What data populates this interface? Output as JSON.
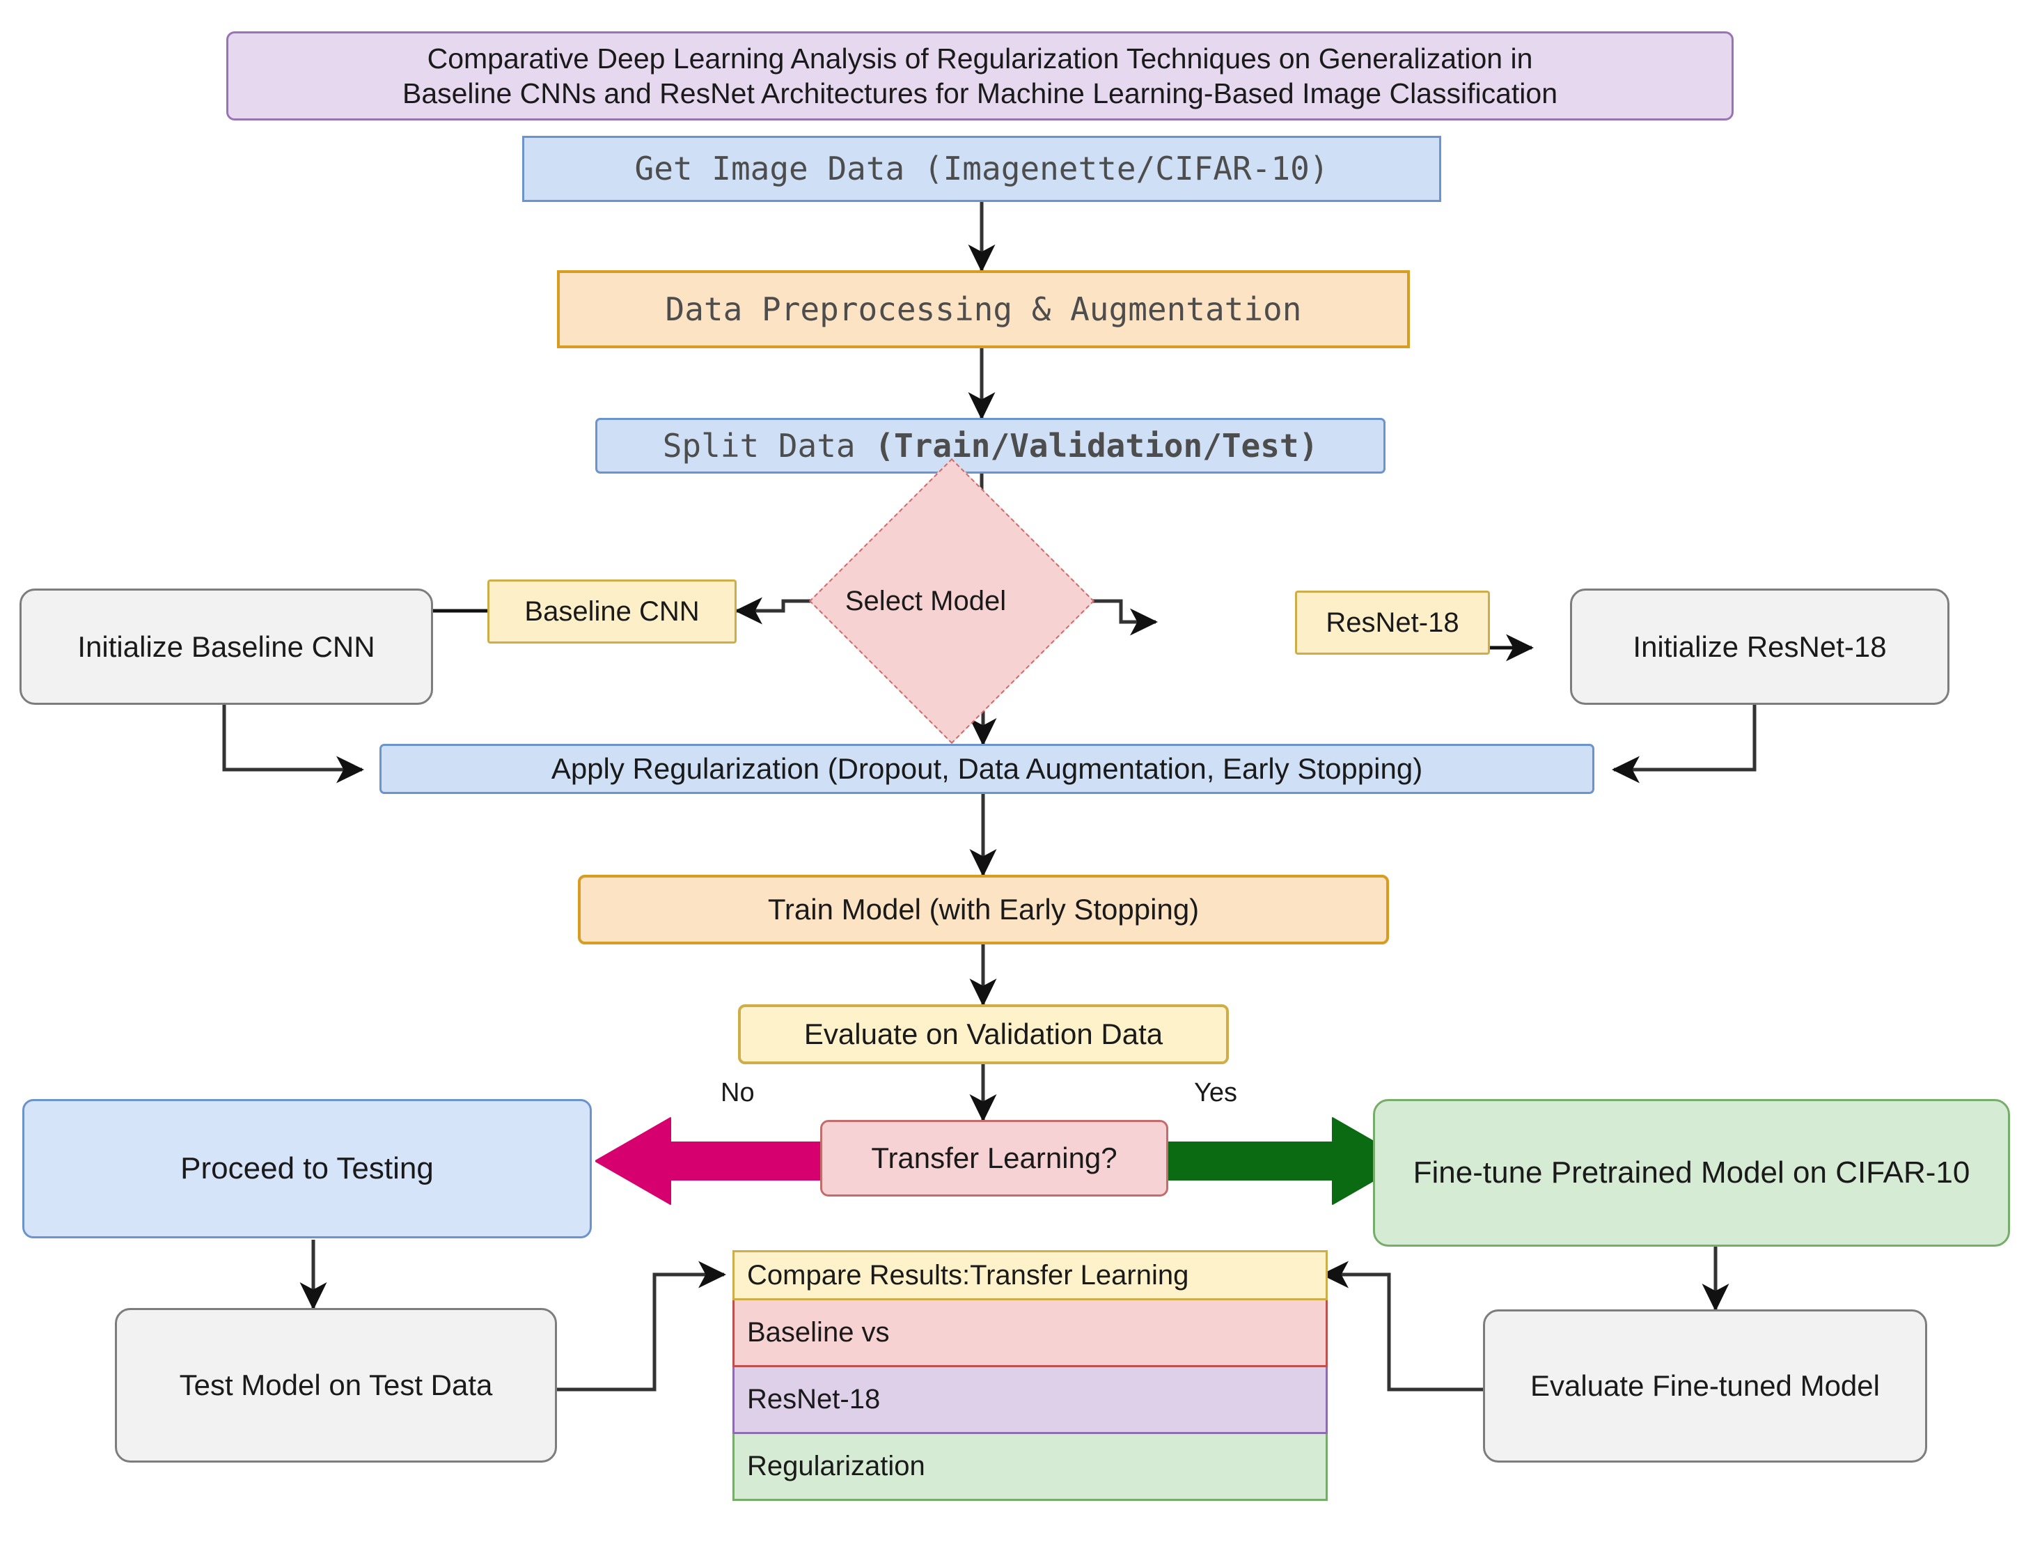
{
  "diagram": {
    "title": "Comparative Deep Learning Analysis of Regularization Techniques on Generalization in Baseline CNNs and ResNet Architectures for Machine Learning-Based Image Classification",
    "title_line1": "Comparative Deep Learning Analysis of Regularization Techniques on Generalization in",
    "title_line2": "Baseline CNNs and ResNet Architectures for Machine Learning-Based Image Classification",
    "type": "flowchart"
  },
  "nodes": {
    "get_data": "Get Image Data (Imagenette/CIFAR-10)",
    "preprocess": "Data Preprocessing & Augmentation",
    "split_data_a": "Split Data ",
    "split_data_b": "(Train/Validation/Test)",
    "select_model": "Select Model",
    "baseline_cnn_label": "Baseline CNN",
    "resnet_label": "ResNet-18",
    "init_baseline": "Initialize Baseline CNN",
    "init_resnet": "Initialize ResNet-18",
    "apply_reg": "Apply Regularization (Dropout, Data Augmentation, Early Stopping)",
    "train_model": "Train Model (with Early Stopping)",
    "evaluate_val": "Evaluate on Validation Data",
    "transfer_learning": "Transfer Learning?",
    "proceed_testing": "Proceed to Testing",
    "finetune": "Fine-tune Pretrained Model on CIFAR-10",
    "test_model": "Test Model on Test Data",
    "evaluate_finetuned": "Evaluate Fine-tuned Model"
  },
  "compare_stack": {
    "header": "Compare Results:Transfer Learning",
    "rows": [
      "Baseline vs",
      "ResNet-18",
      "Regularization"
    ]
  },
  "edge_labels": {
    "no": "No",
    "yes": "Yes"
  },
  "colors": {
    "title_fill": "#e6d8ef",
    "title_stroke": "#9a73b5",
    "blue_fill": "#cfe0f6",
    "blue_stroke": "#6b94cd",
    "orange_fill": "#fce3c4",
    "orange_stroke": "#d79c21",
    "yellow_fill": "#fdf2ca",
    "yellow_stroke": "#cfae4a",
    "gray_fill": "#f2f2f2",
    "gray_stroke": "#7d7d7d",
    "green_fill": "#d6ebd3",
    "green_stroke": "#76ad6b",
    "pink_fill": "#f6d2d2",
    "pink_stroke": "#cf6a6a",
    "purple_fill": "#ded0e8",
    "purple_stroke": "#8e6cb0",
    "no_arrow": "#d6006e",
    "yes_arrow": "#0b6b12",
    "connector": "#333333"
  }
}
